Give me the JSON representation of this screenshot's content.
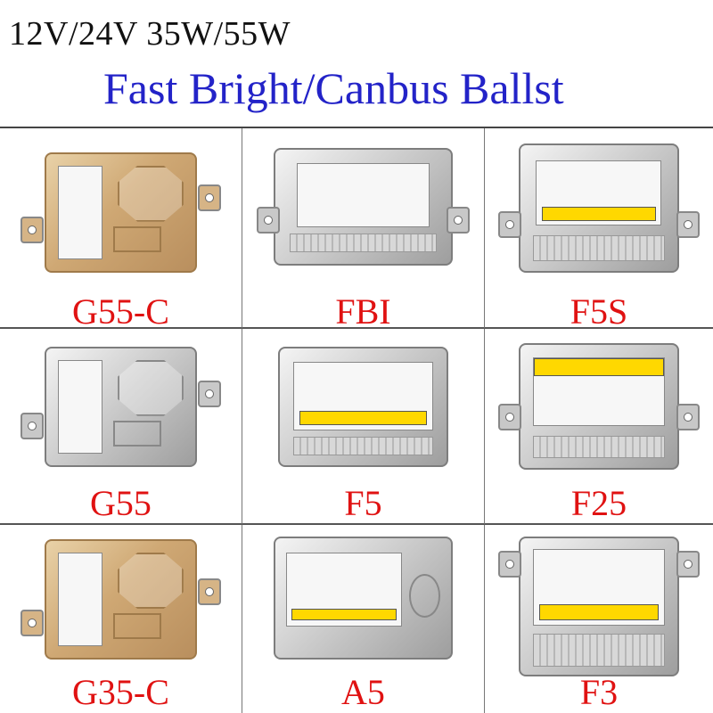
{
  "header": {
    "line1": "12V/24V  35W/55W",
    "line2": "Fast Bright/Canbus Ballst"
  },
  "products": [
    {
      "label": "G55-C",
      "finish": "gold"
    },
    {
      "label": "FBI",
      "finish": "silver"
    },
    {
      "label": "F5S",
      "finish": "silver"
    },
    {
      "label": "G55",
      "finish": "silver"
    },
    {
      "label": "F5",
      "finish": "silver"
    },
    {
      "label": "F25",
      "finish": "silver"
    },
    {
      "label": "G35-C",
      "finish": "gold"
    },
    {
      "label": "A5",
      "finish": "silver"
    },
    {
      "label": "F3",
      "finish": "silver"
    }
  ],
  "colors": {
    "title_blue": "#2323c8",
    "label_red": "#e01212",
    "warning_yellow": "#ffd800"
  }
}
